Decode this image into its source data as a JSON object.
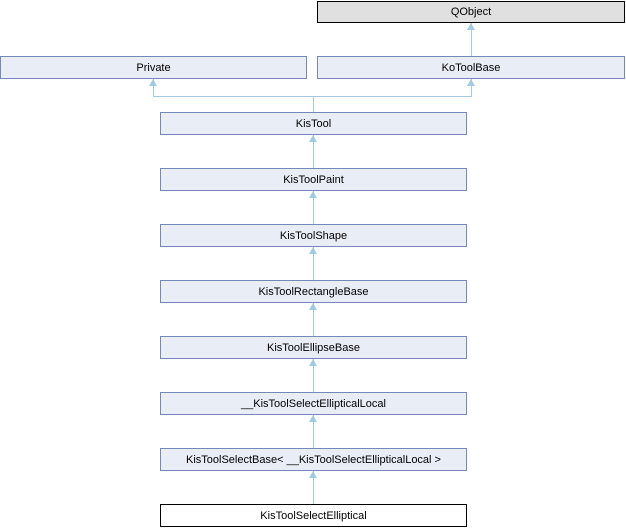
{
  "diagram": {
    "type": "class-inheritance-graph",
    "nodes": [
      {
        "id": "qobject",
        "label": "QObject",
        "kind": "external"
      },
      {
        "id": "private",
        "label": "Private",
        "kind": "class"
      },
      {
        "id": "kotoolbase",
        "label": "KoToolBase",
        "kind": "class"
      },
      {
        "id": "kistool",
        "label": "KisTool",
        "kind": "class"
      },
      {
        "id": "kistoolpaint",
        "label": "KisToolPaint",
        "kind": "class"
      },
      {
        "id": "kistoolshape",
        "label": "KisToolShape",
        "kind": "class"
      },
      {
        "id": "kistoolrectanglebase",
        "label": "KisToolRectangleBase",
        "kind": "class"
      },
      {
        "id": "kistoolellipsebase",
        "label": "KisToolEllipseBase",
        "kind": "class"
      },
      {
        "id": "kistoolselectellipticallocal",
        "label": "__KisToolSelectEllipticalLocal",
        "kind": "class"
      },
      {
        "id": "kistoolselectbase",
        "label": "KisToolSelectBase< __KisToolSelectEllipticalLocal >",
        "kind": "class"
      },
      {
        "id": "kistoolselectelliptical",
        "label": "KisToolSelectElliptical",
        "kind": "focus"
      }
    ],
    "edges": [
      {
        "from": "KoToolBase",
        "to": "QObject"
      },
      {
        "from": "KisTool",
        "to": "Private"
      },
      {
        "from": "KisTool",
        "to": "KoToolBase"
      },
      {
        "from": "KisToolPaint",
        "to": "KisTool"
      },
      {
        "from": "KisToolShape",
        "to": "KisToolPaint"
      },
      {
        "from": "KisToolRectangleBase",
        "to": "KisToolShape"
      },
      {
        "from": "KisToolEllipseBase",
        "to": "KisToolRectangleBase"
      },
      {
        "from": "__KisToolSelectEllipticalLocal",
        "to": "KisToolEllipseBase"
      },
      {
        "from": "KisToolSelectBase< __KisToolSelectEllipticalLocal >",
        "to": "__KisToolSelectEllipticalLocal"
      },
      {
        "from": "KisToolSelectElliptical",
        "to": "KisToolSelectBase< __KisToolSelectEllipticalLocal >"
      }
    ],
    "colors": {
      "node_fill": "#e9edf6",
      "node_border": "#7688b8",
      "external_fill": "#e0e0e0",
      "external_border": "#000000",
      "focus_fill": "#ffffff",
      "focus_border": "#000000",
      "arrow": "#a3c9e5",
      "background": "#ffffff",
      "text": "#000000"
    }
  }
}
